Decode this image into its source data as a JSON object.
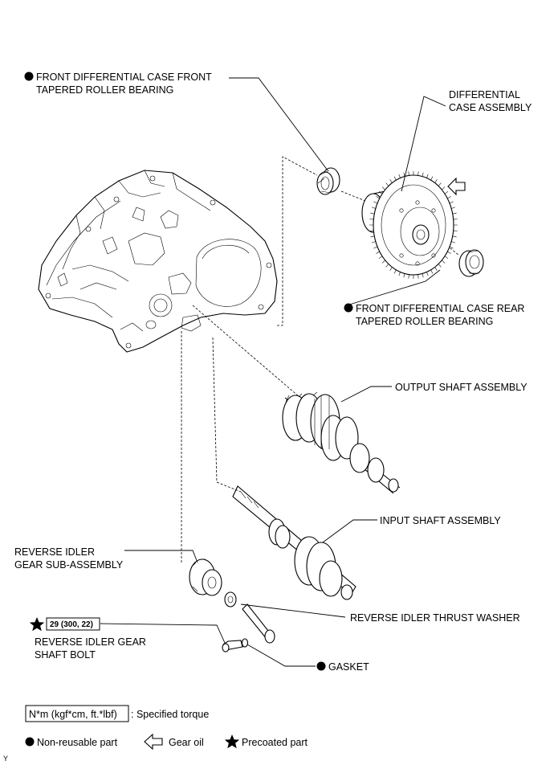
{
  "labels": {
    "front_bearing": [
      "FRONT DIFFERENTIAL CASE FRONT",
      "TAPERED ROLLER BEARING"
    ],
    "diff_case": [
      "DIFFERENTIAL",
      "CASE ASSEMBLY"
    ],
    "rear_bearing": [
      "FRONT DIFFERENTIAL CASE REAR",
      "TAPERED ROLLER BEARING"
    ],
    "output_shaft": "OUTPUT SHAFT ASSEMBLY",
    "input_shaft": "INPUT SHAFT ASSEMBLY",
    "idler_gear": [
      "REVERSE IDLER",
      "GEAR SUB-ASSEMBLY"
    ],
    "thrust_washer": "REVERSE IDLER THRUST WASHER",
    "torque_value": "29 (300, 22)",
    "shaft_bolt": [
      "REVERSE IDLER GEAR",
      "SHAFT BOLT"
    ],
    "gasket": "GASKET"
  },
  "legend": {
    "torque_unit": "N*m (kgf*cm, ft.*lbf)",
    "torque_desc": ": Specified torque",
    "non_reusable": "Non-reusable part",
    "gear_oil": "Gear oil",
    "precoated": "Precoated part"
  },
  "corner_mark": "Y"
}
